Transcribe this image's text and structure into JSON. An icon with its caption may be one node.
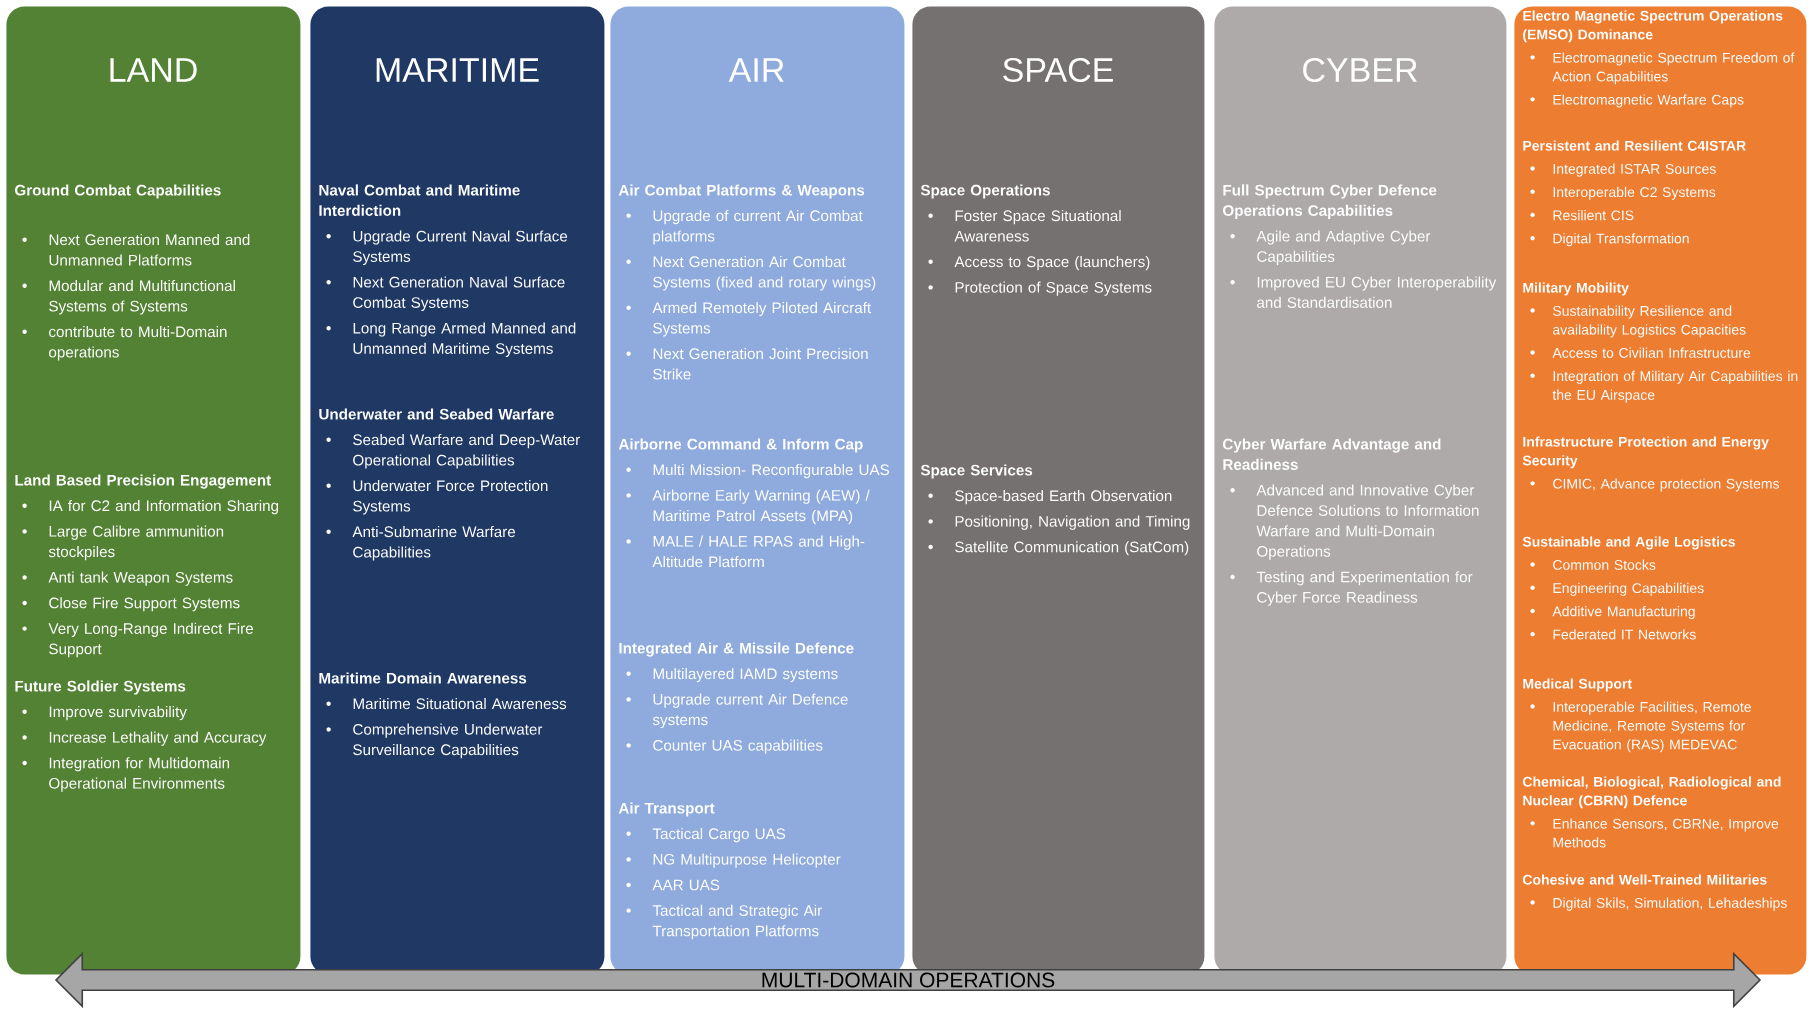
{
  "diagram": {
    "nodes": [
      {
        "text": [
          "LAND"
        ]
      },
      {
        "text": [
          "Ground Combat Capabilities",
          "Next Generation Manned and Unmanned Platforms",
          "Modular and Multifunctional Systems of Systems",
          "contribute to Multi-Domain operations"
        ],
        "in": 0
      },
      {
        "text": [
          "Land Based Precision Engagement",
          "IA for C2 and Information Sharing",
          "Large Calibre ammunition stockpiles",
          "Anti tank Weapon Systems",
          "Close Fire Support Systems",
          "Very Long-Range Indirect Fire Support"
        ],
        "in": 0
      },
      {
        "text": [
          "Future Soldier Systems",
          "Improve survivability",
          "Increase Lethality and Accuracy",
          "Integration for Multidomain Operational Environments"
        ],
        "in": 0
      },
      {
        "text": [
          "MARITIME"
        ]
      },
      {
        "text": [
          "Naval Combat and Maritime Interdiction",
          "Upgrade Current Naval Surface Systems",
          "Next Generation Naval Surface Combat Systems",
          "Long Range Armed Manned and Unmanned Maritime Systems"
        ],
        "in": 4
      },
      {
        "text": [
          "Underwater and Seabed Warfare",
          "Seabed Warfare and Deep-Water Operational Capabilities",
          "Underwater Force Protection Systems",
          "Anti-Submarine Warfare Capabilities"
        ],
        "in": 4
      },
      {
        "text": [
          "Maritime Domain Awareness",
          "Maritime Situational Awareness",
          "Comprehensive Underwater Surveillance Capabilities"
        ],
        "in": 4
      },
      {
        "text": [
          "AIR"
        ]
      },
      {
        "text": [
          "Air Combat Platforms & Weapons",
          "Upgrade of current Air Combat platforms",
          "Next Generation Air Combat Systems (fixed and rotary wings)",
          "Armed Remotely Piloted Aircraft Systems",
          "Next Generation Joint Precision Strike"
        ],
        "in": 8
      },
      {
        "text": [
          "Airborne Command & Inform Cap",
          "Multi Mission- Reconfigurable UAS",
          "Airborne Early Warning (AEW) / Maritime Patrol Assets (MPA)",
          "MALE / HALE RPAS and High-Altitude Platform"
        ],
        "in": 8
      },
      {
        "text": [
          "Integrated Air & Missile Defence",
          "Multilayered IAMD systems",
          "Upgrade current Air Defence systems",
          "Counter UAS capabilities"
        ],
        "in": 8
      },
      {
        "text": [
          "Air Transport",
          "Tactical Cargo UAS",
          "NG Multipurpose Helicopter",
          "AAR UAS",
          "Tactical and Strategic Air Transportation Platforms"
        ],
        "in": 8
      },
      {
        "text": [
          "SPACE"
        ]
      },
      {
        "text": [
          "Space Operations",
          "Foster Space Situational Awareness",
          "Access to Space  (launchers)",
          "Protection of Space Systems"
        ],
        "in": 13
      },
      {
        "text": [
          "Space Services",
          "Space-based Earth Observation",
          "Positioning, Navigation and Timing",
          "Satellite Communication (SatCom)"
        ],
        "in": 13
      },
      {
        "text": [
          "CYBER"
        ]
      },
      {
        "text": [
          "Full Spectrum Cyber Defence Operations Capabilities",
          "Agile and Adaptive Cyber Capabilities",
          "Improved EU Cyber Interoperability and Standardisation"
        ],
        "in": 16
      },
      {
        "text": [
          "Cyber Warfare Advantage and Readiness",
          "Advanced and Innovative Cyber Defence Solutions to Information Warfare and Multi-Domain Operations",
          "Testing and Experimentation for Cyber Force Readiness"
        ],
        "in": 16
      },
      {
        "text": [],
        "shape": "box"
      },
      {
        "text": [
          "Electro Magnetic Spectrum Operations (EMSO) Dominance",
          "Electromagnetic Spectrum Freedom of Action Capabilities",
          "Electromagnetic Warfare Caps"
        ],
        "in": 19
      },
      {
        "text": [
          "Persistent and Resilient C4ISTAR",
          "Integrated ISTAR Sources",
          "Interoperable C2 Systems",
          "Resilient CIS",
          "Digital Transformation"
        ],
        "in": 19
      },
      {
        "text": [
          "Military Mobility",
          "Sustainability Resilience and availability Logistics Capacities",
          "Access to Civilian Infrastructure",
          "Integration of Military Air Capabilities in the EU Airspace"
        ],
        "in": 19
      },
      {
        "text": [
          "Infrastructure Protection and Energy Security",
          "CIMIC, Advance protection Systems"
        ],
        "in": 19
      },
      {
        "text": [
          "Sustainable and Agile Logistics",
          "Common Stocks",
          "Engineering Capabilities",
          "Additive Manufacturing",
          "Federated IT Networks"
        ],
        "in": 19
      },
      {
        "text": [
          "Medical Support",
          "Interoperable Facilities, Remote Medicine, Remote Systems for Evacuation (RAS) MEDEVAC"
        ],
        "in": 19
      },
      {
        "text": [
          "Chemical, Biological, Radiological and Nuclear (CBRN) Defence",
          "Enhance Sensors, CBRNe, Improve Methods"
        ],
        "in": 19
      },
      {
        "text": [
          "Cohesive and Well-Trained Militaries",
          "Digital Skils, Simulation, Lehadeships"
        ],
        "in": 19
      },
      {
        "text": [
          "MULTI-DOMAIN OPERATIONS"
        ]
      }
    ]
  }
}
